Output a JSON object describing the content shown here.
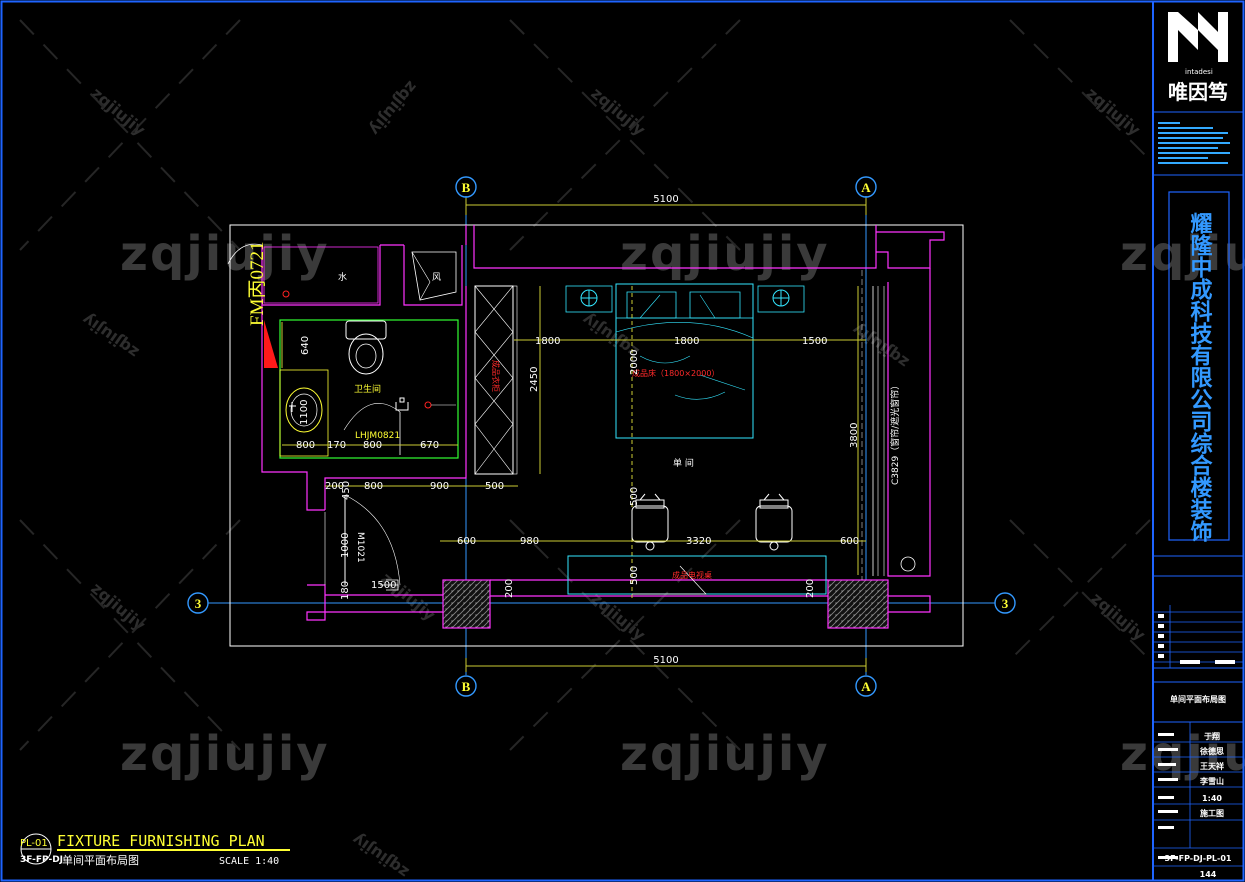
{
  "watermark": "zqjiujiy",
  "fire_door_label": "FM丙0721",
  "grid": {
    "B": "B",
    "A": "A",
    "three": "3"
  },
  "dims": {
    "top_overall": "5100",
    "bottom_overall": "5100",
    "row_1800_left": "1800",
    "row_1800_mid": "1800",
    "row_1500": "1500",
    "wardrobe_2450": "2450",
    "bed_2000": "2000",
    "right_3800": "3800",
    "toilet_640": "640",
    "basin_1100": "1100",
    "b_800a": "800",
    "b_170": "170",
    "b_800b": "800",
    "b_670": "670",
    "row2_200": "200",
    "row2_800": "800",
    "row2_900": "900",
    "row2_500": "500",
    "v_450": "450",
    "v_500_chair": "500",
    "row3_600_left": "600",
    "row3_980": "980",
    "row3_3320": "3320",
    "row3_600_right": "600",
    "v_1000": "1000",
    "v_500_tv": "500",
    "v_180": "180",
    "v_200_left": "200",
    "v_200_right": "200",
    "w_1500": "1500"
  },
  "labels": {
    "water": "水",
    "wind": "风",
    "bathroom": "卫生间",
    "window_code": "LHJM0821",
    "bed": "成品床（1800×2000）",
    "room": "单 间",
    "curtain": "C3829（窗帘/遮光窗帘）",
    "wardrobe": "成品衣柜",
    "tv_table": "成品电视桌",
    "door_code": "M1021"
  },
  "title_block": {
    "brand_name": "唯因笃",
    "brand_sub": "intadesi",
    "company": "耀隆中成科技有限公司综合楼装饰",
    "drawing_name": "单间平面布局图",
    "name_1": "于翔",
    "name_2": "徐德思",
    "name_3": "王天祥",
    "name_4": "李雪山",
    "scale": "1:40",
    "stage": "施工图",
    "drawing_no": "3F-FP-DJ-PL-01",
    "sheet": "144"
  },
  "plan_title": {
    "bubble_top": "PL-01",
    "bubble_bottom": "3F-FP-DJ",
    "title_en": "FIXTURE FURNISHING PLAN",
    "title_cn": "单间平面布局图",
    "scale": "SCALE 1:40"
  },
  "colors": {
    "wall": "#ff33ff",
    "cyan": "#33e6ff",
    "dim": "#cccc33",
    "grid": "#3399ff",
    "green": "#33ff33",
    "red": "#ff2222",
    "yellow": "#ffff33",
    "frame": "#1e64ff"
  }
}
